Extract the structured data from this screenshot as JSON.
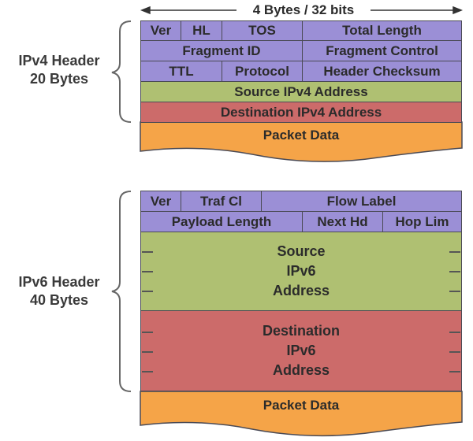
{
  "width_label": "4 Bytes / 32 bits",
  "ipv4": {
    "label_line1": "IPv4 Header",
    "label_line2": "20 Bytes",
    "fields": {
      "ver": "Ver",
      "hl": "HL",
      "tos": "TOS",
      "total_length": "Total Length",
      "fragment_id": "Fragment ID",
      "fragment_control": "Fragment Control",
      "ttl": "TTL",
      "protocol": "Protocol",
      "header_checksum": "Header Checksum",
      "source": "Source IPv4 Address",
      "destination": "Destination IPv4 Address"
    },
    "packet_data": "Packet Data"
  },
  "ipv6": {
    "label_line1": "IPv6 Header",
    "label_line2": "40 Bytes",
    "fields": {
      "ver": "Ver",
      "traffic_class": "Traf Cl",
      "flow_label": "Flow Label",
      "payload_length": "Payload Length",
      "next_header": "Next Hd",
      "hop_limit": "Hop Lim",
      "source": [
        "Source",
        "IPv6",
        "Address"
      ],
      "destination": [
        "Destination",
        "IPv6",
        "Address"
      ]
    },
    "packet_data": "Packet Data"
  },
  "colors": {
    "header_fields": "#9b8fd6",
    "source_address": "#afc072",
    "destination_address": "#cc6b6a",
    "packet_data": "#f5a448"
  }
}
